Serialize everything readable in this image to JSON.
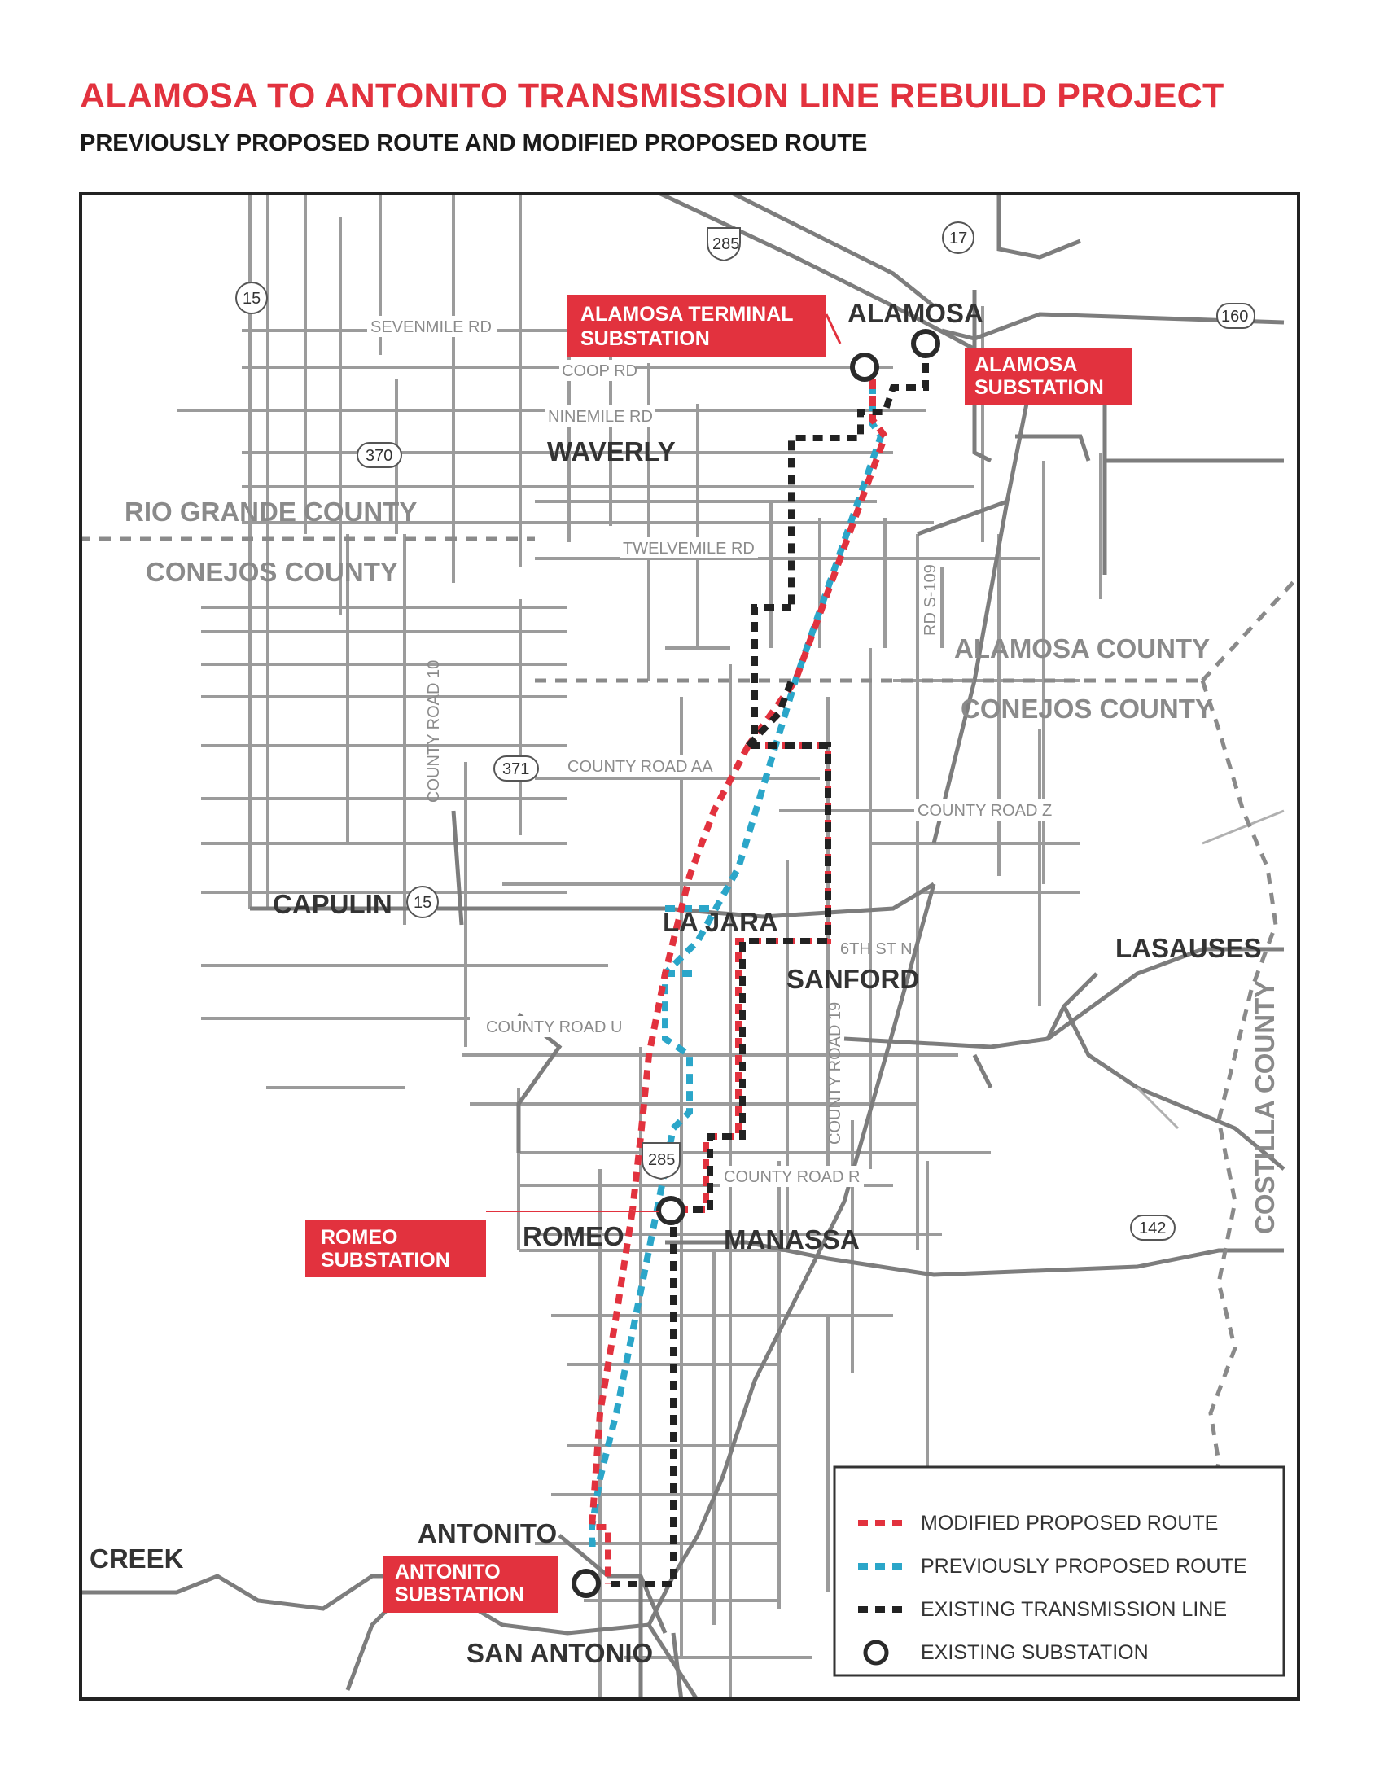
{
  "title": "ALAMOSA TO ANTONITO TRANSMISSION LINE REBUILD PROJECT",
  "subtitle": "PREVIOUSLY PROPOSED ROUTE AND MODIFIED PROPOSED ROUTE",
  "colors": {
    "accent": "#e2323e",
    "modified_route": "#e2323e",
    "previous_route": "#2ba6c9",
    "existing_line": "#222222",
    "road": "#9b9b9b",
    "county_line": "#8a8a8a"
  },
  "towns": {
    "alamosa": "ALAMOSA",
    "waverly": "WAVERLY",
    "capulin": "CAPULIN",
    "la_jara": "LA JARA",
    "sanford": "SANFORD",
    "lasauses": "LASAUSES",
    "romeo": "ROMEO",
    "manassa": "MANASSA",
    "antonito": "ANTONITO",
    "san_antonio": "SAN ANTONIO",
    "creek": "K CREEK"
  },
  "counties": {
    "rio_grande": "RIO GRANDE COUNTY",
    "conejos_west": "CONEJOS COUNTY",
    "alamosa": "ALAMOSA COUNTY",
    "conejos_east": "CONEJOS COUNTY",
    "costilla": "COSTILLA COUNTY"
  },
  "roads": {
    "sevenmile": "SEVENMILE RD",
    "coop": "COOP RD",
    "ninemile": "NINEMILE RD",
    "twelvemile": "TWELVEMILE RD",
    "rd_s109": "RD S-109",
    "county_road_10": "COUNTY ROAD 10",
    "county_road_aa": "COUNTY ROAD AA",
    "county_road_z": "COUNTY ROAD Z",
    "sixth_st": "6TH ST N",
    "county_road_u": "COUNTY ROAD U",
    "county_road_19": "COUNTY ROAD 19",
    "county_road_r": "COUNTY ROAD R"
  },
  "highways": {
    "us285_north": "285",
    "co17": "17",
    "co15_north": "15",
    "us160": "160",
    "co370": "370",
    "co371": "371",
    "co15_capulin": "15",
    "us285_south": "285",
    "co142": "142"
  },
  "substations": {
    "alamosa_terminal": [
      "ALAMOSA TERMINAL",
      "SUBSTATION"
    ],
    "alamosa": [
      "ALAMOSA",
      "SUBSTATION"
    ],
    "romeo": [
      "ROMEO",
      "SUBSTATION"
    ],
    "antonito": [
      "ANTONITO",
      "SUBSTATION"
    ]
  },
  "legend": [
    {
      "label": "MODIFIED PROPOSED ROUTE",
      "symbol": "red-dash"
    },
    {
      "label": "PREVIOUSLY PROPOSED ROUTE",
      "symbol": "blue-dash"
    },
    {
      "label": "EXISTING TRANSMISSION LINE",
      "symbol": "black-dash"
    },
    {
      "label": "EXISTING SUBSTATION",
      "symbol": "circle"
    }
  ]
}
